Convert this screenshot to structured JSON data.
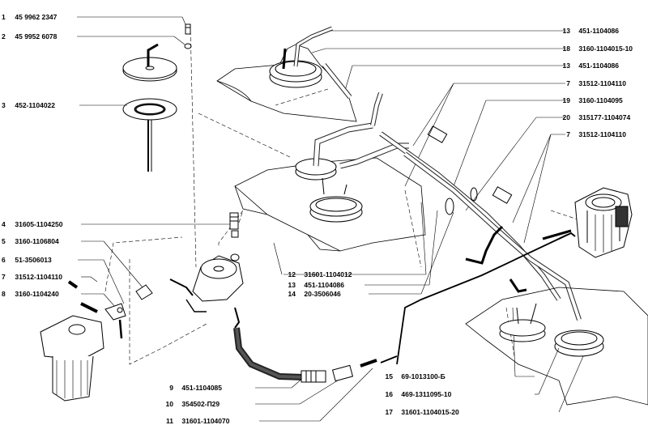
{
  "labels": {
    "left": [
      {
        "num": "1",
        "part": "45 9962 2347"
      },
      {
        "num": "2",
        "part": "45 9952 6078"
      },
      {
        "num": "3",
        "part": "452-1104022"
      },
      {
        "num": "4",
        "part": "31605-1104250"
      },
      {
        "num": "5",
        "part": "3160-1106804"
      },
      {
        "num": "6",
        "part": "51-3506013"
      },
      {
        "num": "7",
        "part": "31512-1104110"
      },
      {
        "num": "8",
        "part": "3160-1104240"
      }
    ],
    "bottom": [
      {
        "num": "9",
        "part": "451-1104085"
      },
      {
        "num": "10",
        "part": "354502-П29"
      },
      {
        "num": "11",
        "part": "31601-1104070"
      }
    ],
    "middle": [
      {
        "num": "12",
        "part": "31601-1104012"
      },
      {
        "num": "13",
        "part": "451-1104086"
      },
      {
        "num": "14",
        "part": "20-3506046"
      }
    ],
    "right_top": [
      {
        "num": "13",
        "part": "451-1104086"
      },
      {
        "num": "18",
        "part": "3160-1104015-10"
      },
      {
        "num": "13",
        "part": "451-1104086"
      },
      {
        "num": "7",
        "part": "31512-1104110"
      },
      {
        "num": "19",
        "part": "3160-1104095"
      },
      {
        "num": "20",
        "part": "315177-1104074"
      },
      {
        "num": "7",
        "part": "31512-1104110"
      }
    ],
    "right_bottom": [
      {
        "num": "15",
        "part": "69-1013100-Б"
      },
      {
        "num": "16",
        "part": "469-1311095-10"
      },
      {
        "num": "17",
        "part": "31601-1104015-20"
      }
    ]
  },
  "colors": {
    "line": "#000000",
    "fill": "#ffffff",
    "shade": "#555555",
    "dark": "#222222"
  }
}
